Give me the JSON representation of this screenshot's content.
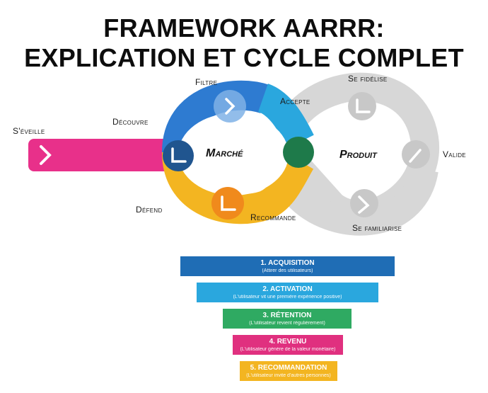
{
  "title": {
    "line1": "FRAMEWORK AARRR:",
    "line2": "EXPLICATION ET CYCLE COMPLET"
  },
  "loop": {
    "left_label": "Marché",
    "right_label": "Produit",
    "colors": {
      "pink": "#e8308a",
      "blue": "#2e7bd1",
      "cyan": "#2aa7de",
      "yellow": "#f3b521",
      "orange": "#f08a1c",
      "green": "#1e7a4a",
      "gray": "#d6d6d6",
      "dark_blue": "#20558f"
    },
    "stages": {
      "eveille": "S'éveille",
      "decouvre": "Découvre",
      "filtre": "Filtre",
      "accepte": "Accepte",
      "fidelise": "Se fidélise",
      "valide": "Valide",
      "familiarise": "Se familiarise",
      "recommande": "Recommande",
      "defend": "Défend"
    },
    "icons": [
      "chevron-right-icon",
      "corner-icon"
    ]
  },
  "funnel": [
    {
      "title": "1. ACQUISITION",
      "subtitle": "(Attirer des utilisateurs)",
      "color": "#1f6db5"
    },
    {
      "title": "2. ACTIVATION",
      "subtitle": "(L'utilisateur vit une première expérience positive)",
      "color": "#2aa7de"
    },
    {
      "title": "3. RÉTENTION",
      "subtitle": "(L'utilisateur revient régulièrement)",
      "color": "#2faa62"
    },
    {
      "title": "4. REVENU",
      "subtitle": "(L'utilisateur génère de la valeur monétaire)",
      "color": "#e0307f"
    },
    {
      "title": "5. RECOMMANDATION",
      "subtitle": "(L'utilisateur invite d'autres personnes)",
      "color": "#f3b521"
    }
  ]
}
